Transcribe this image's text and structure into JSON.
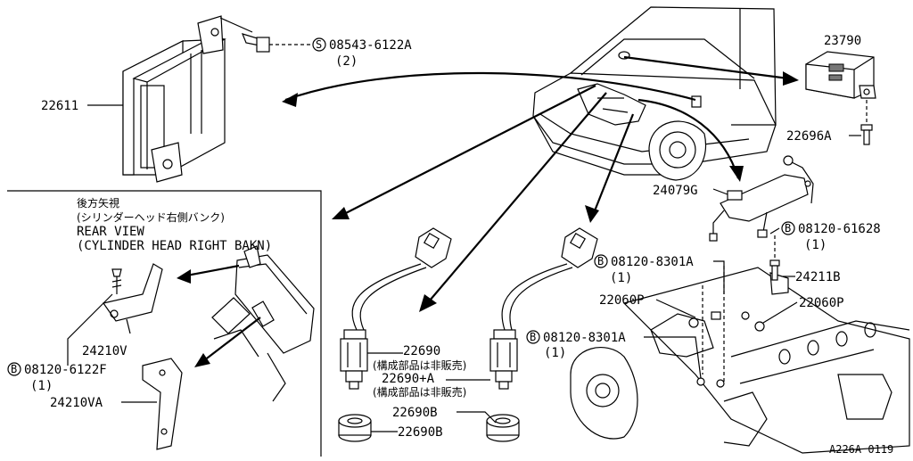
{
  "diagram_id": "A226A 0119",
  "callouts": {
    "ecm": "22611",
    "screw_ecm": "08543-6122A",
    "screw_ecm_qty": "(2)",
    "relay_unit": "23790",
    "bolt_relay": "22696A",
    "harness": "24079G",
    "bolt_b_top": "08120-61628",
    "bolt_b_top_qty": "(1)",
    "bolt_b_mid": "08120-8301A",
    "bolt_b_mid_qty": "(1)",
    "bracket_right": "24211B",
    "clip_left": "22060P",
    "clip_right": "22060P",
    "bolt_b_low": "08120-8301A",
    "bolt_b_low_qty": "(1)",
    "o2_sensor": "22690",
    "o2_sensor_note": "(構成部品は非販売)",
    "o2_sensor_a": "22690+A",
    "o2_sensor_a_note": "(構成部品は非販売)",
    "nut_a": "22690B",
    "nut_b": "22690B"
  },
  "inset": {
    "title_jp": "後方矢視",
    "subtitle_jp": "(シリンダーヘッド右側バンク)",
    "title_en": "REAR VIEW",
    "subtitle_en": "(CYLINDER HEAD RIGHT BAKN)",
    "bracket_v": "24210V",
    "bolt": "08120-6122F",
    "bolt_qty": "(1)",
    "bracket_va": "24210VA"
  },
  "symbols": {
    "s_mark": "S",
    "b_mark": "B"
  }
}
